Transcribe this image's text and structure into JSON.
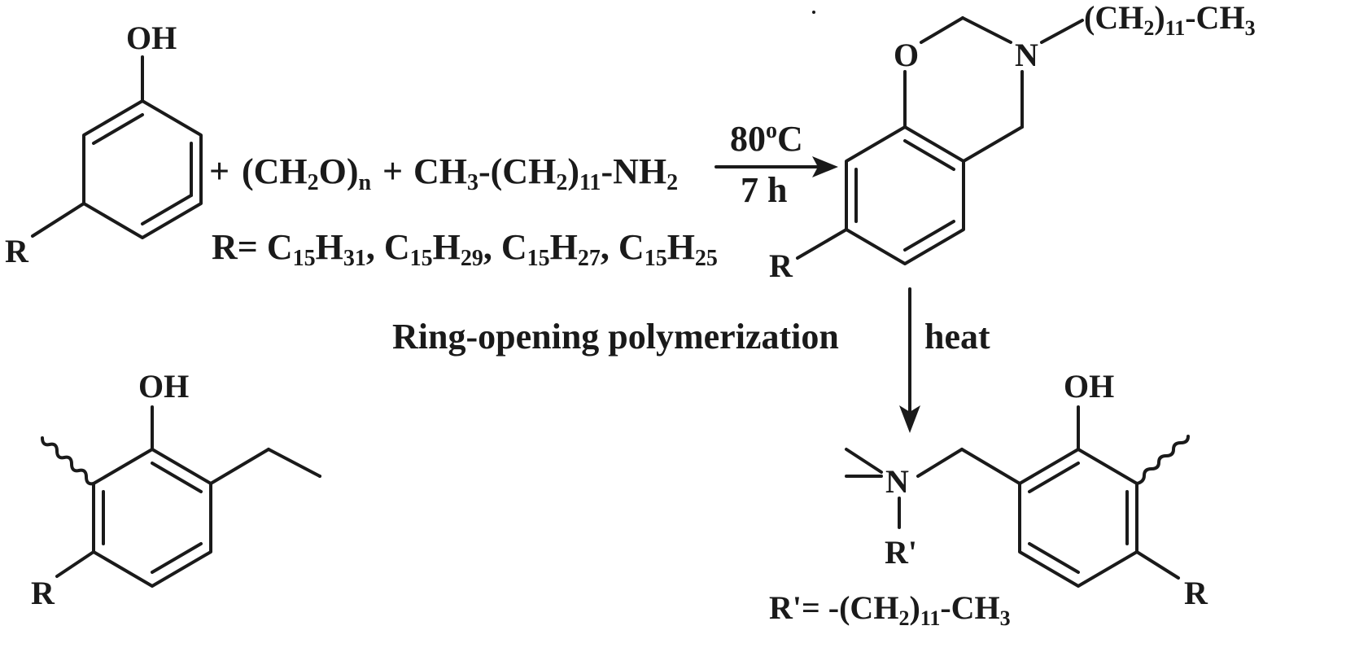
{
  "reactant_phenol": {
    "oh_label": "OH",
    "r_label": "R"
  },
  "reagents": {
    "plus": "+",
    "paraformaldehyde": {
      "a": "(CH",
      "sub1": "2",
      "b": "O)",
      "sub2": "n"
    },
    "amine": {
      "a": "CH",
      "sub1": "3",
      "b": "-(CH",
      "sub2": "2",
      "c": ")",
      "sub3": "11",
      "d": "-NH",
      "sub4": "2"
    }
  },
  "r_definition": {
    "prefix": "R= ",
    "groups": [
      {
        "c": "C",
        "cn": "15",
        "h": "H",
        "hn": "31"
      },
      {
        "c": "C",
        "cn": "15",
        "h": "H",
        "hn": "29"
      },
      {
        "c": "C",
        "cn": "15",
        "h": "H",
        "hn": "27"
      },
      {
        "c": "C",
        "cn": "15",
        "h": "H",
        "hn": "25"
      }
    ]
  },
  "reaction_conditions": {
    "temp_value": "80",
    "temp_degree": "o",
    "temp_unit": "C",
    "time": "7 h"
  },
  "benzoxazine": {
    "o_label": "O",
    "n_label": "N",
    "chain": {
      "a": "(CH",
      "sub": "2",
      "b": ")",
      "sub2": "11",
      "c": "-CH",
      "sub3": "3"
    },
    "r_label": "R"
  },
  "polymerization": {
    "label": "Ring-opening polymerization",
    "condition": "heat"
  },
  "polymer": {
    "oh_left": "OH",
    "oh_right": "OH",
    "n_label": "N",
    "r_prime": "R'",
    "r_left": "R",
    "r_right": "R",
    "r_prime_def": {
      "a": "R'= -(CH",
      "sub": "2",
      "b": ")",
      "sub2": "11",
      "c": "-CH",
      "sub3": "3"
    }
  }
}
